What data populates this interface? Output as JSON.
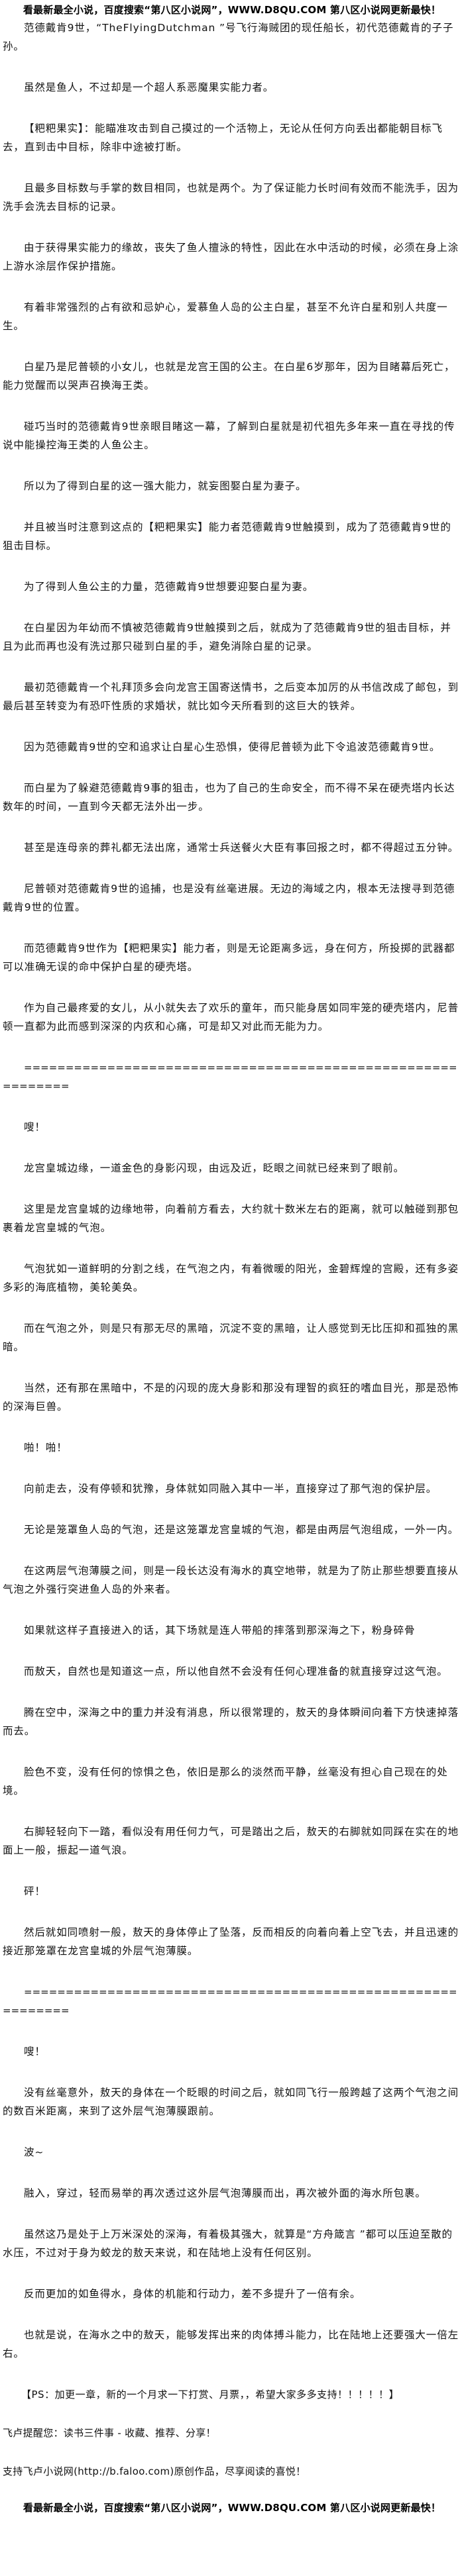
{
  "banner": "看最新最全小说，百度搜索“第八区小说网”，WWW.D8QU.COM 第八区小说网更新最快！",
  "paragraphs": [
    "范德戴肯9世，“TheFlyingDutchman ”号飞行海贼团的现任船长，初代范德戴肯的子子孙。",
    "虽然是鱼人，不过却是一个超人系恶魔果实能力者。",
    "【粑粑果实】：能瞄准攻击到自己摸过的一个活物上，无论从任何方向丢出都能朝目标飞去，直到击中目标，除非中途被打断。",
    "且最多目标数与手掌的数目相同，也就是两个。为了保证能力长时间有效而不能洗手，因为洗手会洗去目标的记录。",
    "由于获得果实能力的缘故，丧失了鱼人擅泳的特性，因此在水中活动的时候，必须在身上涂上游水涂层作保护措施。",
    "有着非常强烈的占有欲和忌妒心，爱慕鱼人岛的公主白星，甚至不允许白星和别人共度一生。",
    "白星乃是尼普顿的小女儿，也就是龙宫王国的公主。在白星6岁那年，因为目睹幕后死亡，能力觉醒而以哭声召换海王类。",
    "碰巧当时的范德戴肯9世亲眼目睹这一幕，了解到白星就是初代祖先多年来一直在寻找的传说中能操控海王类的人鱼公主。",
    "所以为了得到白星的这一强大能力，就妄图娶白星为妻子。",
    "并且被当时注意到这点的【粑粑果实】能力者范德戴肯9世触摸到，成为了范德戴肯9世的狙击目标。",
    "为了得到人鱼公主的力量，范德戴肯9世想要迎娶白星为妻。",
    "在白星因为年幼而不慎被范德戴肯9世触摸到之后，就成为了范德戴肯9世的狙击目标，并且为此而再也没有洗过那只碰到白星的手，避免消除白星的记录。",
    "最初范德戴肯一个礼拜顶多会向龙宫王国寄送情书，之后变本加厉的从书信改成了邮包，到最后甚至转变为有恐吓性质的求婚状，就比如今天所看到的这巨大的铁斧。",
    "因为范德戴肯9世的空和追求让白星心生恐惧，使得尼普顿为此下令追波范德戴肯9世。",
    "而白星为了躲避范德戴肯9事的狙击，也为了自己的生命安全，而不得不呆在硬壳塔内长达数年的时间，一直到今天都无法外出一步。",
    "甚至是连母亲的葬礼都无法出席，通常士兵送餐火大臣有事回报之时，都不得超过五分钟。",
    "尼普顿对范德戴肯9世的追捕，也是没有丝毫进展。无边的海域之内，根本无法搜寻到范德戴肯9世的位置。",
    "而范德戴肯9世作为【粑粑果实】能力者，则是无论距离多远，身在何方，所投掷的武器都可以准确无误的命中保护白星的硬壳塔。",
    "作为自己最疼爱的女儿，从小就失去了欢乐的童年，而只能身居如同牢笼的硬壳塔内，尼普顿一直都为此而感到深深的内疚和心痛，可是却又对此而无能为力。"
  ],
  "divider": "============================================================",
  "paragraphs2": [
    "嗖！",
    "龙宫皇城边缘，一道金色的身影闪现，由远及近，眨眼之间就已经来到了眼前。",
    "这里是龙宫皇城的边缘地带，向着前方看去，大约就十数米左右的距离，就可以触碰到那包裹着龙宫皇城的气泡。",
    "气泡犹如一道鲜明的分割之线，在气泡之内，有着微暖的阳光，金碧辉煌的宫殿，还有多姿多彩的海底植物，美轮美奂。",
    "而在气泡之外，则是只有那无尽的黑暗，沉淀不变的黑暗，让人感觉到无比压抑和孤独的黑暗。",
    "当然，还有那在黑暗中，不是的闪现的庞大身影和那没有理智的疯狂的嗜血目光，那是恐怖的深海巨兽。",
    "啪！啪！",
    "向前走去，没有停顿和犹豫，身体就如同融入其中一半，直接穿过了那气泡的保护层。",
    "无论是笼罩鱼人岛的气泡，还是这笼罩龙宫皇城的气泡，都是由两层气泡组成，一外一内。",
    "在这两层气泡薄膜之间，则是一段长达没有海水的真空地带，就是为了防止那些想要直接从气泡之外强行突进鱼人岛的外来者。",
    "如果就这样子直接进入的话，其下场就是连人带船的摔落到那深海之下，粉身碎骨",
    "而敖天，自然也是知道这一点，所以他自然不会没有任何心理准备的就直接穿过这气泡。",
    "腾在空中，深海之中的重力并没有消息，所以很常理的，敖天的身体瞬间向着下方快速掉落而去。",
    "脸色不变，没有任何的惊惧之色，依旧是那么的淡然而平静，丝毫没有担心自己现在的处境。",
    "右脚轻轻向下一踏，看似没有用任何力气，可是踏出之后，敖天的右脚就如同踩在实在的地面上一般，振起一道气浪。",
    "砰！",
    "然后就如同喷射一般，敖天的身体停止了坠落，反而相反的向着向着上空飞去，并且迅速的接近那笼罩在龙宫皇城的外层气泡薄膜。"
  ],
  "paragraphs3": [
    "嗖！",
    "没有丝毫意外，敖天的身体在一个眨眼的时间之后，就如同飞行一般跨越了这两个气泡之间的数百米距离，来到了这外层气泡薄膜跟前。",
    "波~",
    "融入，穿过，轻而易举的再次透过这外层气泡薄膜而出，再次被外面的海水所包裹。",
    "虽然这乃是处于上万米深处的深海，有着极其强大，就算是“方舟箴言 ”都可以压迫至散的水压，不过对于身为蛟龙的敖天来说，和在陆地上没有任何区别。",
    "反而更加的如鱼得水，身体的机能和行动力，差不多提升了一倍有余。",
    "也就是说，在海水之中的敖天，能够发挥出来的肉体搏斗能力，比在陆地上还要强大一倍左右。"
  ],
  "ps": "【PS：加更一章，新的一个月求一下打赏、月票，，希望大家多多支持！！！！！】",
  "footer": {
    "reminder": "飞卢提醒您：读书三件事 - 收藏、推荐、分享！",
    "support": "支持飞卢小说网(http://b.faloo.com)原创作品，尽享阅读的喜悦！"
  }
}
